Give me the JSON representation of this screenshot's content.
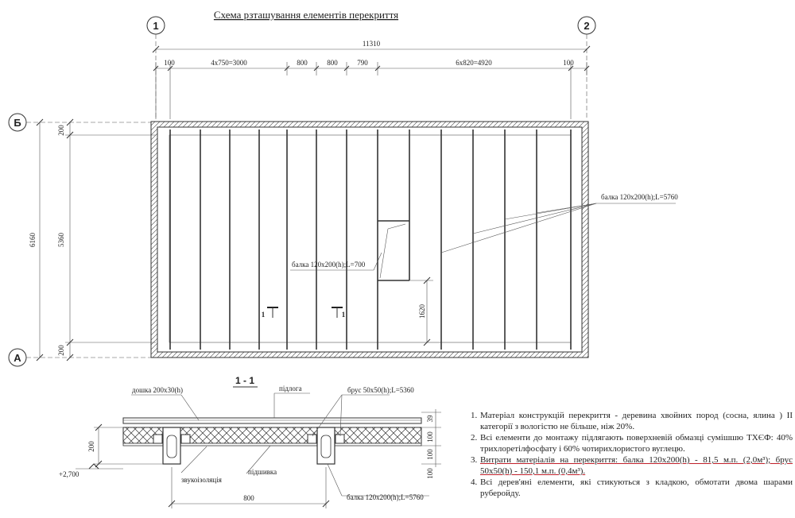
{
  "title": "Схема рзташування елементів перекриття",
  "axes": {
    "col_1": "1",
    "col_2": "2",
    "row_b": "Б",
    "row_a": "А"
  },
  "dims": {
    "overall": "11310",
    "top_segments": [
      "100",
      "4x750=3000",
      "800",
      "800",
      "790",
      "6x820=4920",
      "100"
    ],
    "left_overall": "6160",
    "left_inner": "5360",
    "left_top": "200",
    "left_bottom": "200",
    "opening_height": "1620",
    "section_width": "800",
    "section_heights": [
      "200",
      "39",
      "100",
      "100",
      "100"
    ],
    "elevation": "+2,700"
  },
  "labels": {
    "beam_main": "балка 120x200(h);L=5760",
    "beam_short": "балка 120x200(h);L=700",
    "section_mark": "1",
    "section_title": "1 - 1",
    "board": "дошка 200x30(h)",
    "floor": "підлога",
    "bar": "брус 50x50(h);L=5360",
    "insulation": "звукоізоляція",
    "lining": "підшивка",
    "beam_section": "балка 120x200(h);L=5760"
  },
  "notes": [
    {
      "num": "1.",
      "text": "Матеріал конструкцій перекриття - деревина хвойних пород (сосна, ялина ) ІІ категорії з вологістю не більше, ніж 20%."
    },
    {
      "num": "2.",
      "text": "Всі елементи до монтажу підлягають поверхневій обмазці сумішшю ТХЄФ: 40% трихлоретілфосфату і 60% чотирихлористого вуглецю."
    },
    {
      "num": "3.",
      "text": "Витрати матеріалів на перекриття: балка 120x200(h) - 81,5 м.п. (2,0м³); брус 50x50(h) - 150,1 м.п. (0,4м³)."
    },
    {
      "num": "4.",
      "text": "Всі дерев'яні елементи, які стикуються з кладкою, обмотати двома шарами руберойду."
    }
  ]
}
